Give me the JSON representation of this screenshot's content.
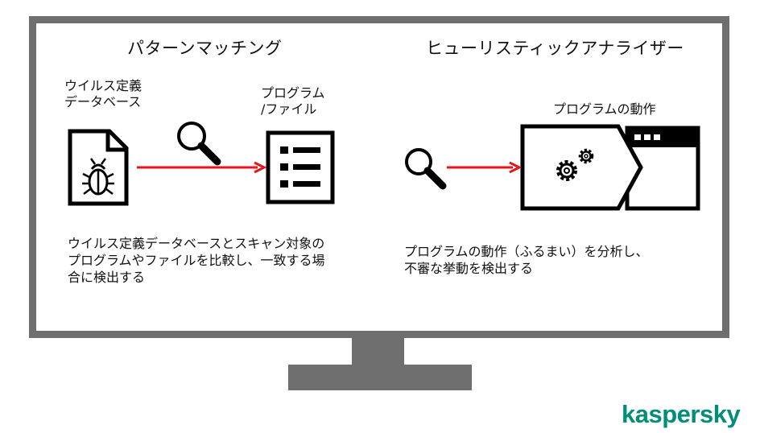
{
  "left_section": {
    "heading": "パターンマッチング",
    "db_label": "ウイルス定義\nデータベース",
    "file_label": "プログラム\n/ファイル",
    "description": "ウイルス定義データベースとスキャン対象の\nプログラムやファイルを比較し、一致する場\n合に検出する"
  },
  "right_section": {
    "heading": "ヒューリスティックアナライザー",
    "behavior_label": "プログラムの動作",
    "description": "プログラムの動作（ふるまい）を分析し、\n不審な挙動を検出する"
  },
  "brand": {
    "name": "kaspersky",
    "color": "#008e79"
  },
  "colors": {
    "arrow": "#e8141b",
    "frame": "#6f6f6f"
  },
  "icons": [
    "bug-icon",
    "magnifier-icon",
    "list-icon",
    "gear-icon",
    "browser-window-icon"
  ]
}
